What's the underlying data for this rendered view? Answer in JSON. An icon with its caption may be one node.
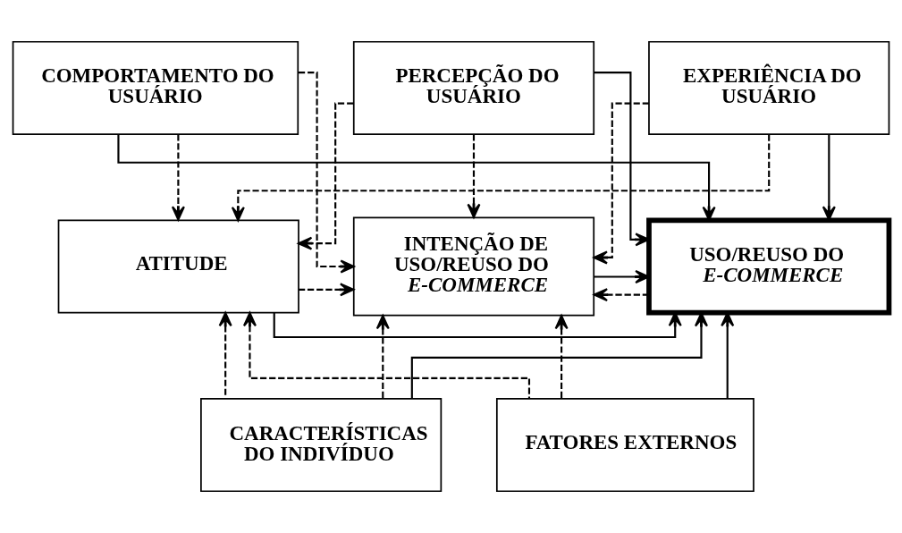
{
  "diagram": {
    "nodes": [
      {
        "text": [
          "COMPORTAMENTO DO USUÁRIO"
        ]
      },
      {
        "text": [
          "PERCEPÇÃO DO USUÁRIO"
        ]
      },
      {
        "text": [
          "EXPERIÊNCIA DO USUÁRIO"
        ]
      },
      {
        "text": [
          "ATITUDE"
        ]
      },
      {
        "text": [
          "INTENÇÃO DE USO/REUSO DO *E-COMMERCE*"
        ]
      },
      {
        "text": [
          "USO/REUSO DO *E-COMMERCE*"
        ]
      },
      {
        "text": [
          "CARACTERÍSTICAS DO INDIVÍDUO"
        ]
      },
      {
        "text": [
          "FATORES EXTERNOS"
        ]
      }
    ],
    "edges": [
      {
        "from": 0,
        "to": 3,
        "arrow": "to",
        "style": "dashed"
      },
      {
        "from": 1,
        "to": 3,
        "arrow": "to",
        "style": "dashed"
      },
      {
        "from": 2,
        "to": 3,
        "arrow": "to",
        "style": "dashed"
      },
      {
        "from": 0,
        "to": 4,
        "arrow": "to",
        "style": "dashed"
      },
      {
        "from": 1,
        "to": 4,
        "arrow": "to",
        "style": "dashed"
      },
      {
        "from": 2,
        "to": 4,
        "arrow": "to",
        "style": "dashed"
      },
      {
        "from": 0,
        "to": 5,
        "arrow": "to"
      },
      {
        "from": 1,
        "to": 5,
        "arrow": "to"
      },
      {
        "from": 2,
        "to": 5,
        "arrow": "to"
      },
      {
        "from": 3,
        "to": 4,
        "arrow": "to",
        "style": "dashed"
      },
      {
        "from": 4,
        "to": 5,
        "arrow": "to"
      },
      {
        "from": 5,
        "to": 4,
        "arrow": "to",
        "style": "dashed"
      },
      {
        "from": 3,
        "to": 5,
        "arrow": "to"
      },
      {
        "from": 6,
        "to": 3,
        "arrow": "to",
        "style": "dashed"
      },
      {
        "from": 7,
        "to": 3,
        "arrow": "to",
        "style": "dashed"
      },
      {
        "from": 6,
        "to": 4,
        "arrow": "to",
        "style": "dashed"
      },
      {
        "from": 7,
        "to": 4,
        "arrow": "to",
        "style": "dashed"
      },
      {
        "from": 6,
        "to": 5,
        "arrow": "to"
      },
      {
        "from": 7,
        "to": 5,
        "arrow": "to"
      }
    ]
  }
}
